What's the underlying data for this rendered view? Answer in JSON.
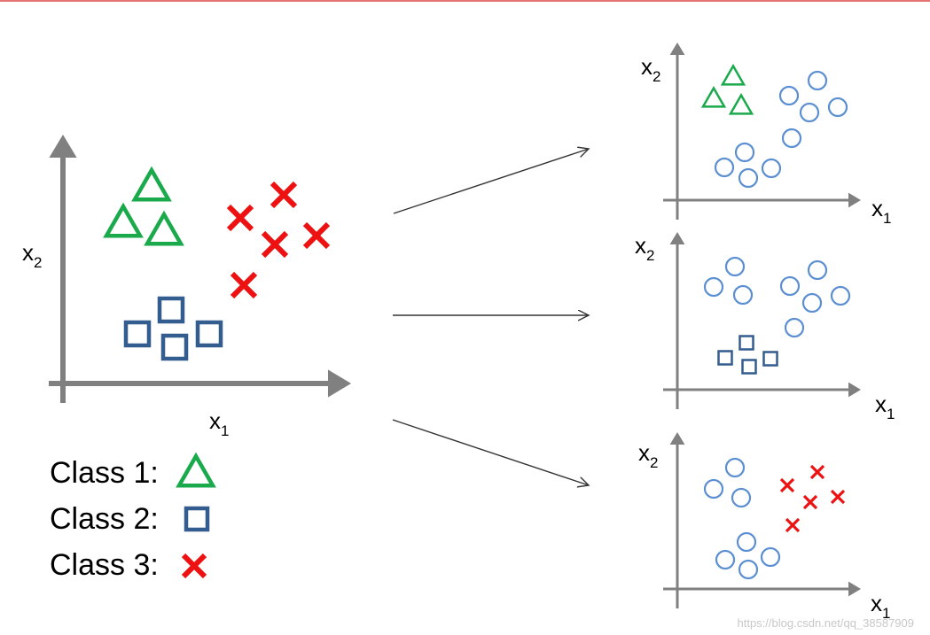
{
  "colors": {
    "class1": "#1aaa4b",
    "class2": "#335c8f",
    "class3": "#ee1111",
    "other": "#5b8fd1",
    "axis": "#808080",
    "arrow": "#333333"
  },
  "axes": {
    "x_letter": "x",
    "x_sub": "1",
    "y_letter": "x",
    "y_sub": "2"
  },
  "legend": [
    {
      "label": "Class 1:",
      "icon": "triangle-icon"
    },
    {
      "label": "Class 2:",
      "icon": "square-icon"
    },
    {
      "label": "Class 3:",
      "icon": "cross-icon"
    }
  ],
  "panels": [
    {
      "name": "main-plot",
      "highlight": "all"
    },
    {
      "name": "class1-vs-rest",
      "highlight": "class1"
    },
    {
      "name": "class2-vs-rest",
      "highlight": "class2"
    },
    {
      "name": "class3-vs-rest",
      "highlight": "class3"
    }
  ],
  "watermark": "https://blog.csdn.net/qq_38587909"
}
